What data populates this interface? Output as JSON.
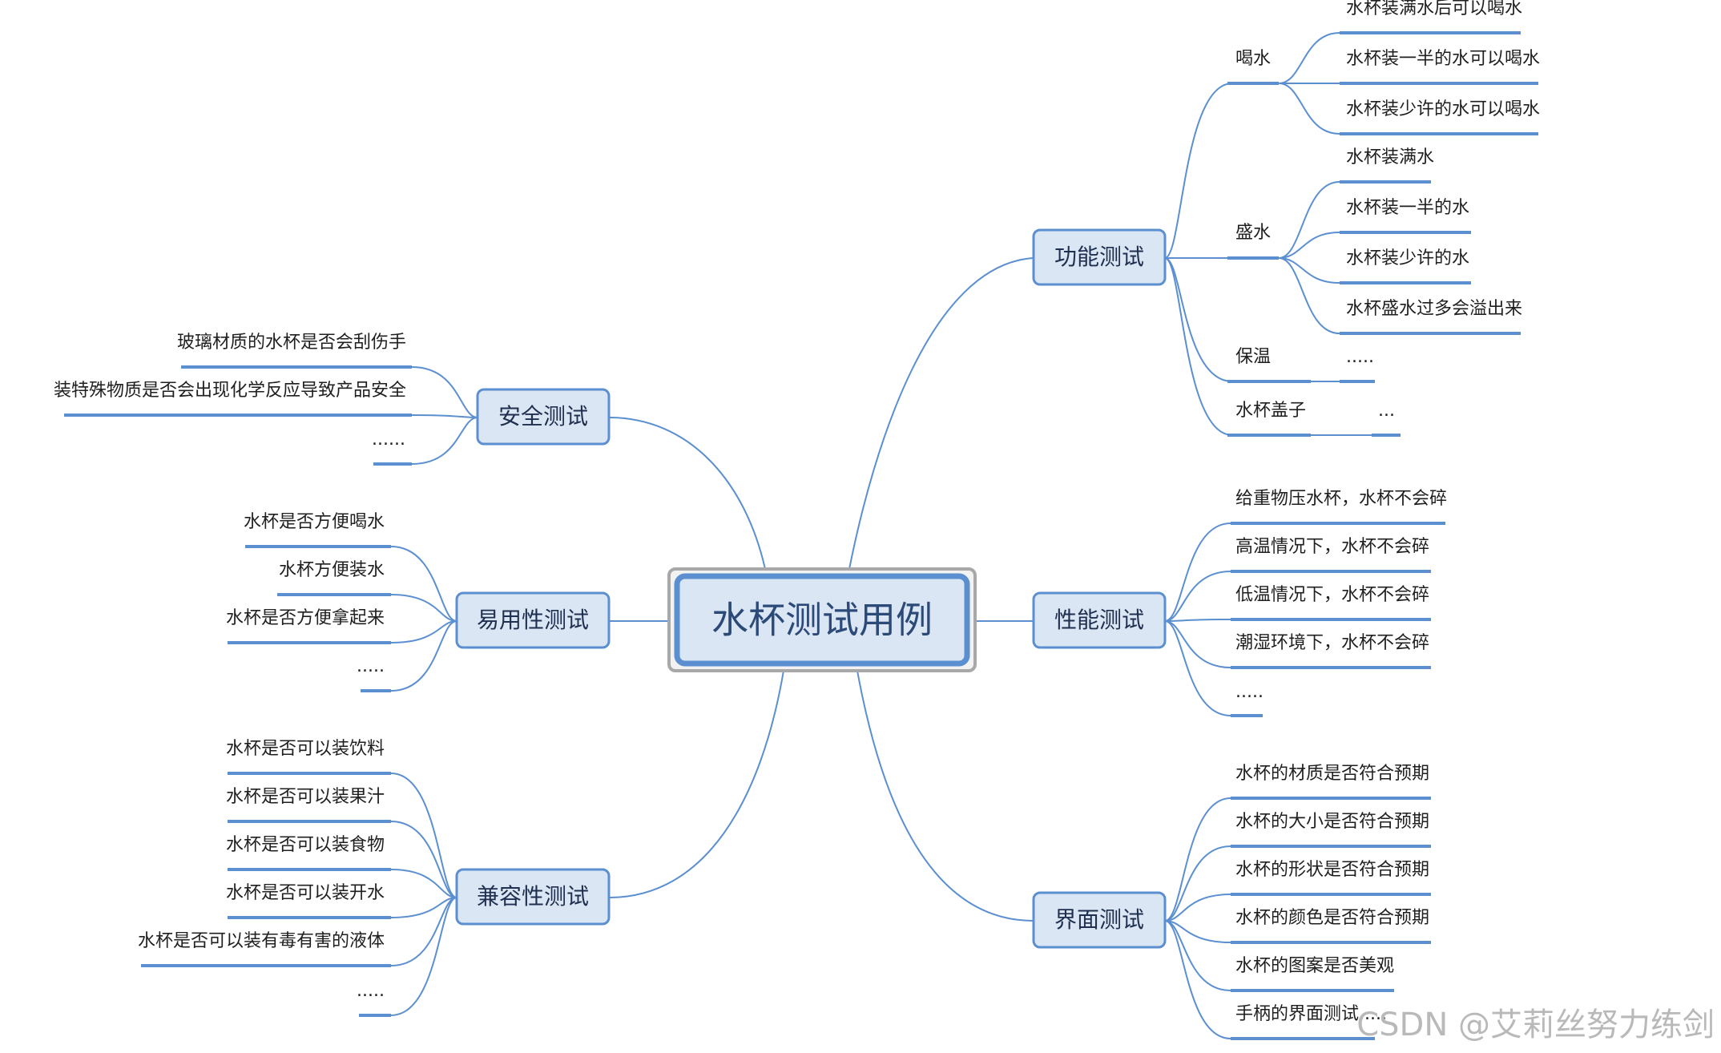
{
  "root": {
    "label": "水杯测试用例"
  },
  "branches": {
    "func": {
      "label": "功能测试",
      "groups": {
        "drink": {
          "label": "喝水",
          "items": [
            "水杯装满水后可以喝水",
            "水杯装一半的水可以喝水",
            "水杯装少许的水可以喝水"
          ]
        },
        "hold": {
          "label": "盛水",
          "items": [
            "水杯装满水",
            "水杯装一半的水",
            "水杯装少许的水",
            "水杯盛水过多会溢出来"
          ]
        },
        "warm": {
          "label": "保温",
          "items": [
            "....."
          ]
        },
        "lid": {
          "label": "水杯盖子",
          "items": [
            "..."
          ]
        }
      }
    },
    "perf": {
      "label": "性能测试",
      "items": [
        "给重物压水杯，水杯不会碎",
        "高温情况下，水杯不会碎",
        "低温情况下，水杯不会碎",
        "潮湿环境下，水杯不会碎",
        "....."
      ]
    },
    "ui": {
      "label": "界面测试",
      "items": [
        "水杯的材质是否符合预期",
        "水杯的大小是否符合预期",
        "水杯的形状是否符合预期",
        "水杯的颜色是否符合预期",
        "水杯的图案是否美观",
        "手柄的界面测试....."
      ]
    },
    "safety": {
      "label": "安全测试",
      "items": [
        "玻璃材质的水杯是否会刮伤手",
        "装特殊物质是否会出现化学反应导致产品安全",
        "......"
      ]
    },
    "usability": {
      "label": "易用性测试",
      "items": [
        "水杯是否方便喝水",
        "水杯方便装水",
        "水杯是否方便拿起来",
        "....."
      ]
    },
    "compat": {
      "label": "兼容性测试",
      "items": [
        "水杯是否可以装饮料",
        "水杯是否可以装果汁",
        "水杯是否可以装食物",
        "水杯是否可以装开水",
        "水杯是否可以装有毒有害的液体",
        "....."
      ]
    }
  },
  "watermark": "CSDN @艾莉丝努力练剑",
  "colors": {
    "line": "#5b8fd0",
    "node_fill": "#dbe6f4",
    "node_border": "#5b8fd0",
    "root_outer": "#a8a8a8"
  }
}
